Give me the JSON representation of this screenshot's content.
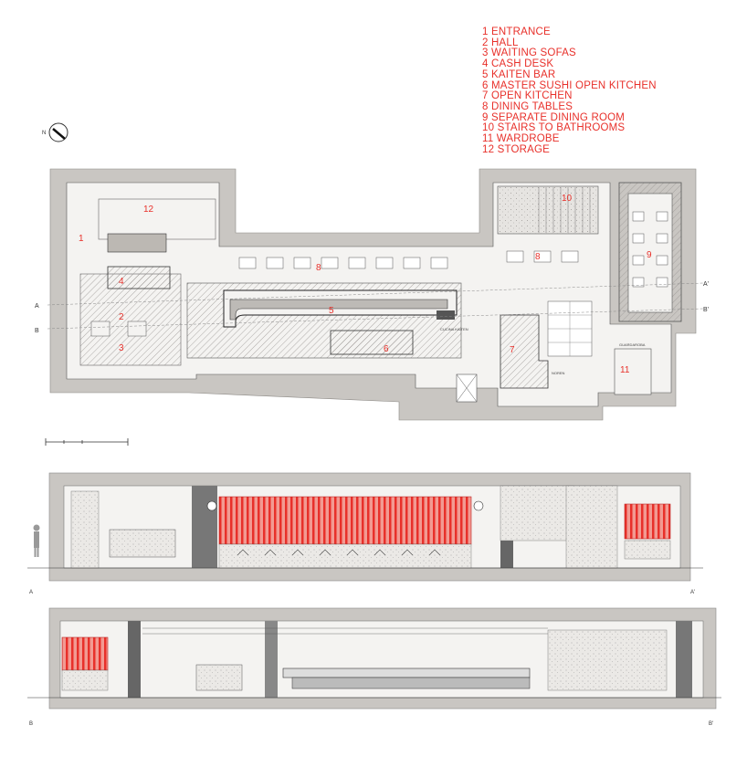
{
  "legend": {
    "items": [
      "1 ENTRANCE",
      "2 HALL",
      "3 WAITING SOFAS",
      "4 CASH DESK",
      "5 KAITEN BAR",
      "6 MASTER SUSHI OPEN KITCHEN",
      "7 OPEN KITCHEN",
      "8 DINING TABLES",
      "9 SEPARATE DINING ROOM",
      "10 STAIRS TO BATHROOMS",
      "11 WARDROBE",
      "12 STORAGE"
    ]
  },
  "plan": {
    "room_numbers": [
      "1",
      "2",
      "3",
      "4",
      "5",
      "6",
      "7",
      "8",
      "8",
      "9",
      "10",
      "11",
      "12"
    ],
    "section_marks": [
      "A",
      "A'",
      "B",
      "B'"
    ],
    "small_labels": [
      "GUARDAROBA",
      "NOREN",
      "CUCINA KAITEN"
    ]
  },
  "sections": {
    "a_start": "A",
    "a_end": "A'",
    "b_start": "B",
    "b_end": "B'"
  },
  "colors": {
    "accent_red": "#e8302a",
    "wall_gray": "#c9c6c2",
    "floor_gray": "#e4e2df",
    "line": "#555555"
  }
}
